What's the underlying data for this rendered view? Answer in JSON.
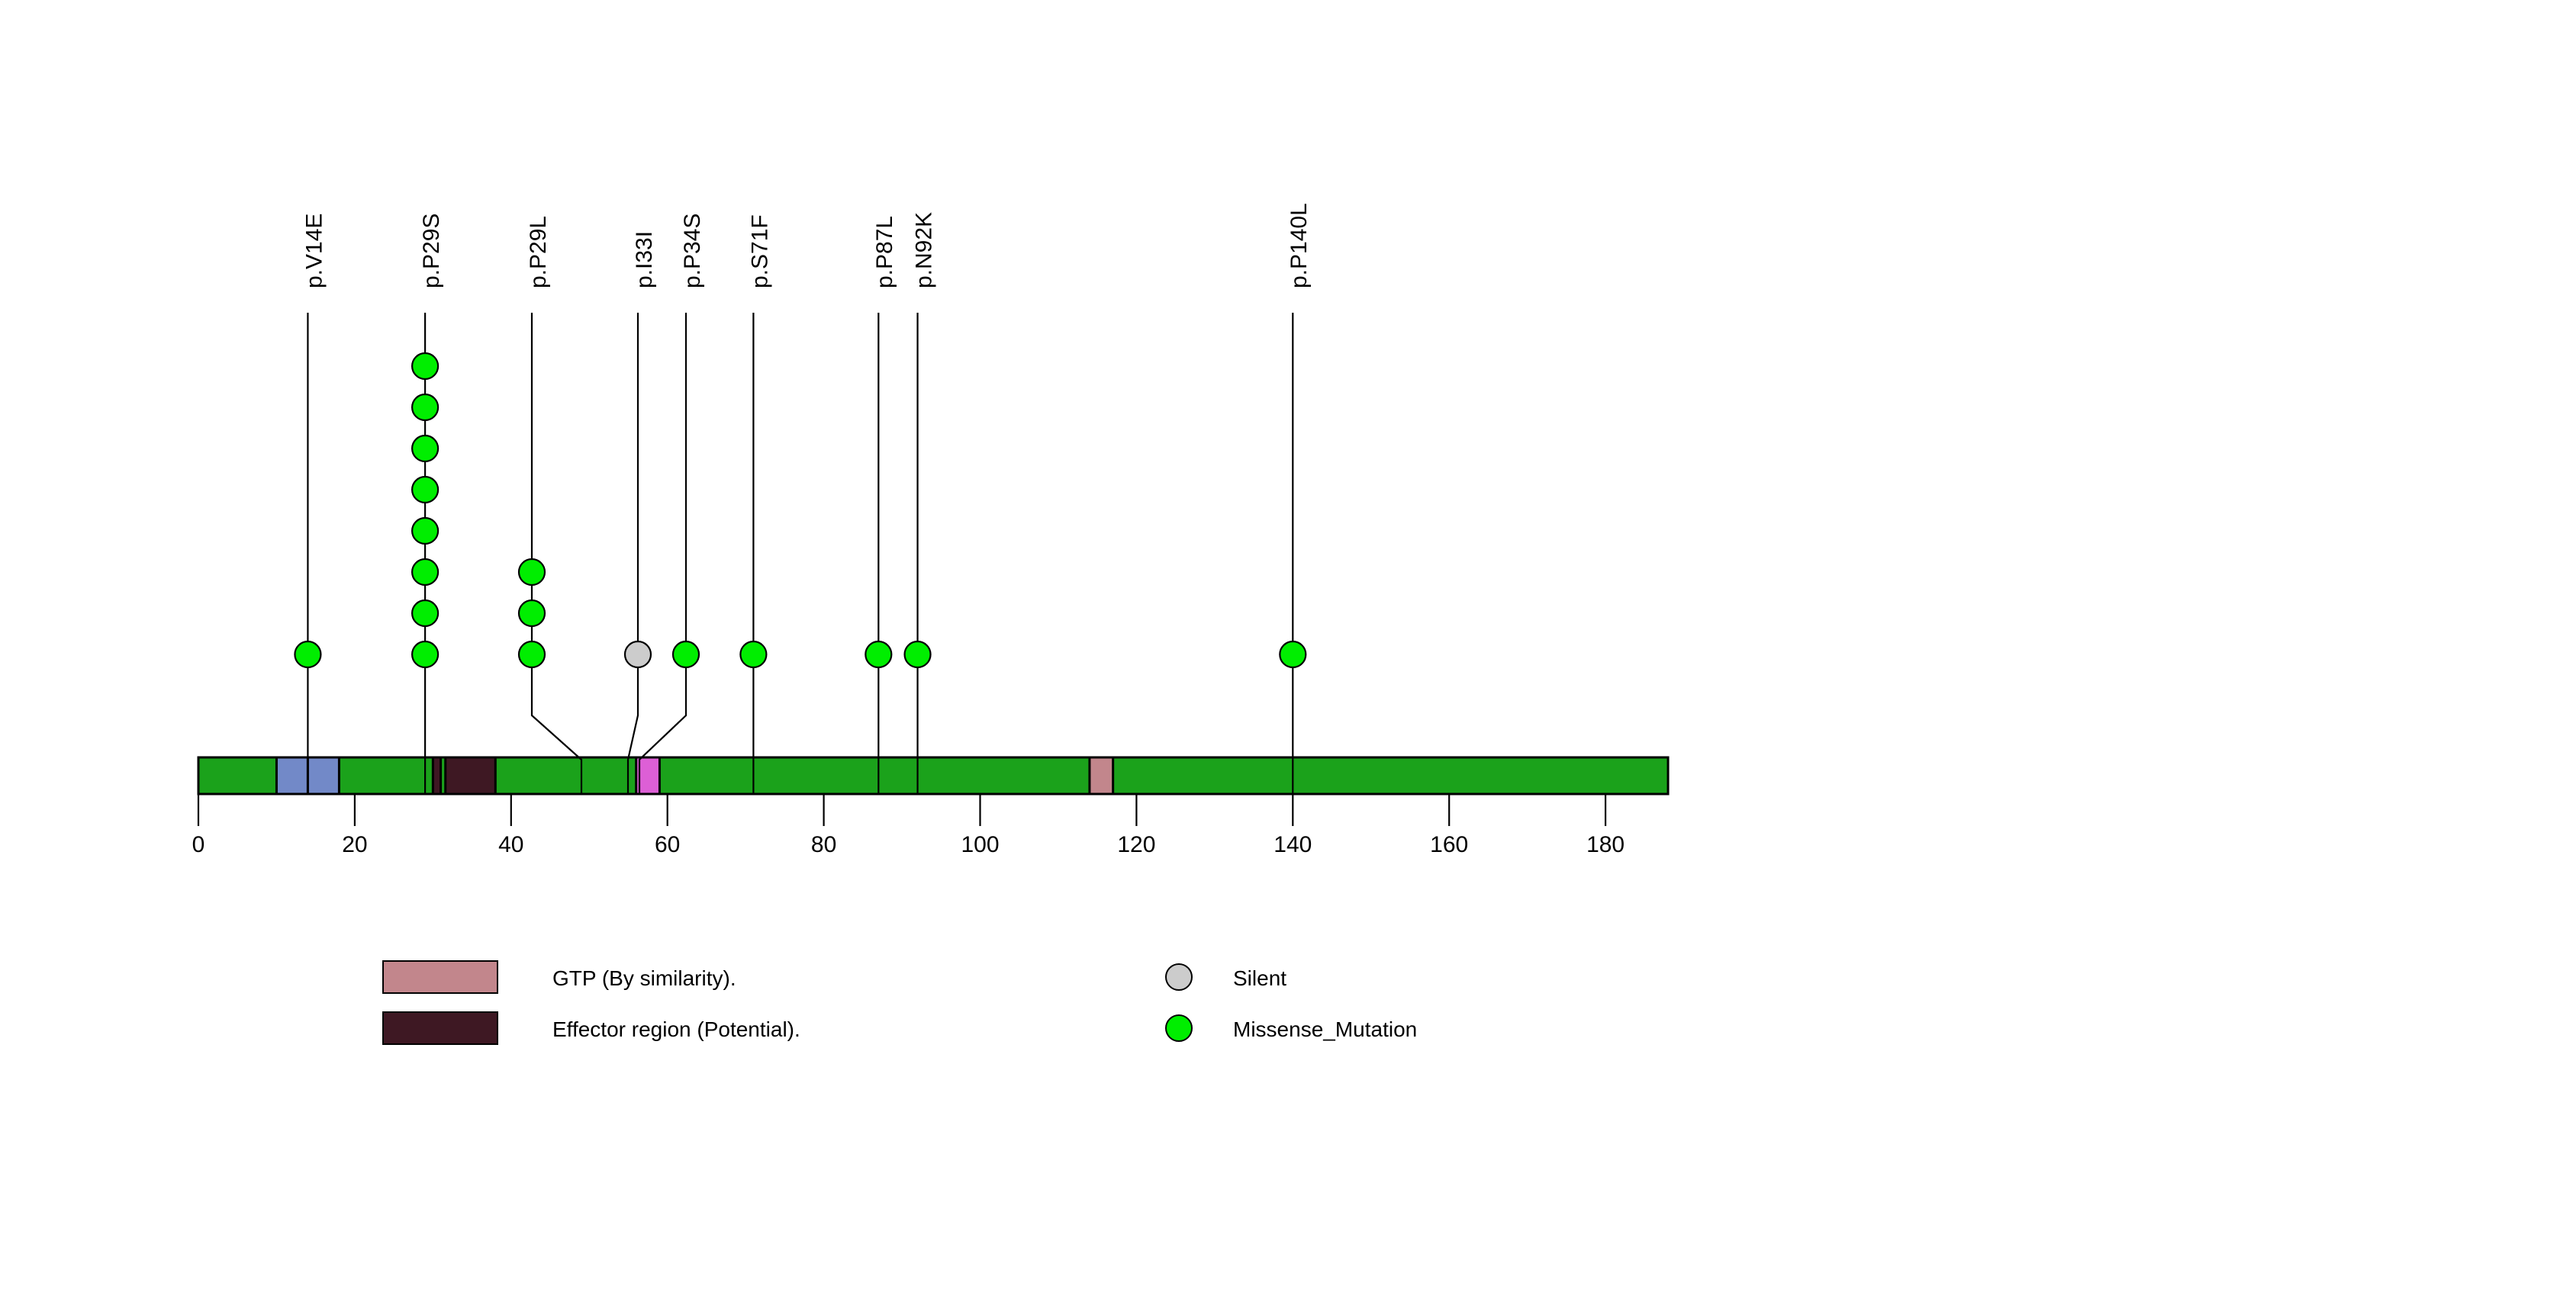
{
  "chart_data": {
    "type": "lollipop",
    "title": "",
    "xlabel": "",
    "ylabel": "",
    "xlim": [
      0,
      188
    ],
    "axis_ticks": [
      0,
      20,
      40,
      60,
      80,
      100,
      120,
      140,
      160,
      180
    ],
    "protein_length": 188,
    "grid": false,
    "legend_position": "bottom",
    "mutations": [
      {
        "label": "p.V14E",
        "position": 14,
        "count": 1,
        "type": "Missense_Mutation",
        "color": "#00EE00"
      },
      {
        "label": "p.P29L",
        "position": 29,
        "count": 3,
        "type": "Missense_Mutation",
        "color": "#00EE00"
      },
      {
        "label": "p.P29S",
        "position": 29,
        "count": 8,
        "type": "Missense_Mutation",
        "color": "#00EE00"
      },
      {
        "label": "p.I33I",
        "position": 33,
        "count": 1,
        "type": "Silent",
        "color": "#CCCCCC"
      },
      {
        "label": "p.P34S",
        "position": 34,
        "count": 1,
        "type": "Missense_Mutation",
        "color": "#00EE00"
      },
      {
        "label": "p.S71F",
        "position": 71,
        "count": 1,
        "type": "Missense_Mutation",
        "color": "#00EE00"
      },
      {
        "label": "p.P87L",
        "position": 87,
        "count": 1,
        "type": "Missense_Mutation",
        "color": "#00EE00"
      },
      {
        "label": "p.N92K",
        "position": 92,
        "count": 1,
        "type": "Missense_Mutation",
        "color": "#00EE00"
      },
      {
        "label": "p.P140L",
        "position": 140,
        "count": 1,
        "type": "Missense_Mutation",
        "color": "#00EE00"
      }
    ],
    "domains": [
      {
        "name": "backbone",
        "start": 0,
        "end": 188,
        "color": "#1BA21B"
      },
      {
        "name": "GTP-region-1",
        "start": 10,
        "end": 14,
        "color": "#7289C8"
      },
      {
        "name": "GTP-region-2",
        "start": 14,
        "end": 18,
        "color": "#7289C8"
      },
      {
        "name": "Effector region (Potential).",
        "start": 30,
        "end": 31,
        "color": "#3E1823"
      },
      {
        "name": "Effector region (Potential).",
        "start": 31.6,
        "end": 38,
        "color": "#3E1823"
      },
      {
        "name": "GTP-region-3",
        "start": 56,
        "end": 59,
        "color": "#DD5FD6"
      },
      {
        "name": "GTP (By similarity).",
        "start": 114,
        "end": 117,
        "color": "#C2868C"
      }
    ],
    "legend": {
      "domain_entries": [
        {
          "label": "GTP (By similarity).",
          "color": "#C2868C"
        },
        {
          "label": "Effector region (Potential).",
          "color": "#3E1823"
        }
      ],
      "mutation_entries": [
        {
          "label": "Silent",
          "color": "#CCCCCC"
        },
        {
          "label": "Missense_Mutation",
          "color": "#00EE00"
        }
      ]
    }
  }
}
